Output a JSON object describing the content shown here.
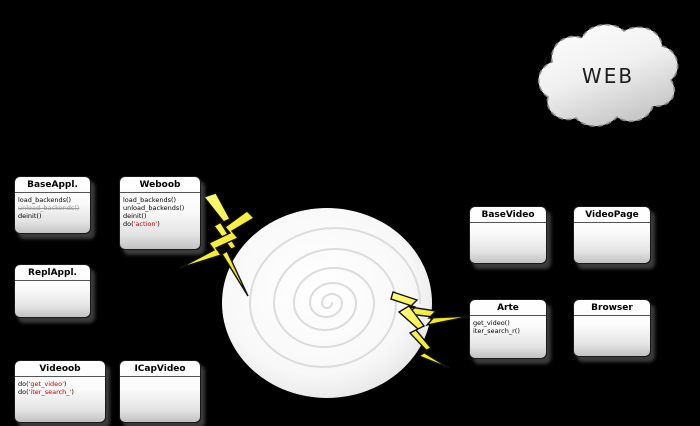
{
  "cloud": {
    "label": "WEB"
  },
  "boxes": {
    "base_appl": {
      "title": "BaseAppl.",
      "m1": "load_backends()",
      "m2": "unload_backends()",
      "m3": "deinit()"
    },
    "weboob": {
      "title": "Weboob",
      "m1": "load_backends()",
      "m2": "unload_backends()",
      "m3": "deinit()",
      "m4_pre": "do(",
      "m4_arg": "'action'",
      "m4_post": ")"
    },
    "repl_appl": {
      "title": "ReplAppl."
    },
    "videoob": {
      "title": "Videoob",
      "m1_pre": "do(",
      "m1_arg": "'get_video'",
      "m1_post": ")",
      "m2_pre": "do(",
      "m2_arg": "'iter_search_'",
      "m2_post": ")"
    },
    "icap_video": {
      "title": "ICapVideo"
    },
    "base_video": {
      "title": "BaseVideo"
    },
    "video_page": {
      "title": "VideoPage"
    },
    "arte": {
      "title": "Arte",
      "m1": "get_video()",
      "m2": "iter_search_r()"
    },
    "browser": {
      "title": "Browser"
    }
  },
  "colors": {
    "background": "#000000",
    "string_literal": "#c00000",
    "deprecated_text": "#999999",
    "lightning": "#f5e400",
    "box_border": "#1a1a1a"
  }
}
